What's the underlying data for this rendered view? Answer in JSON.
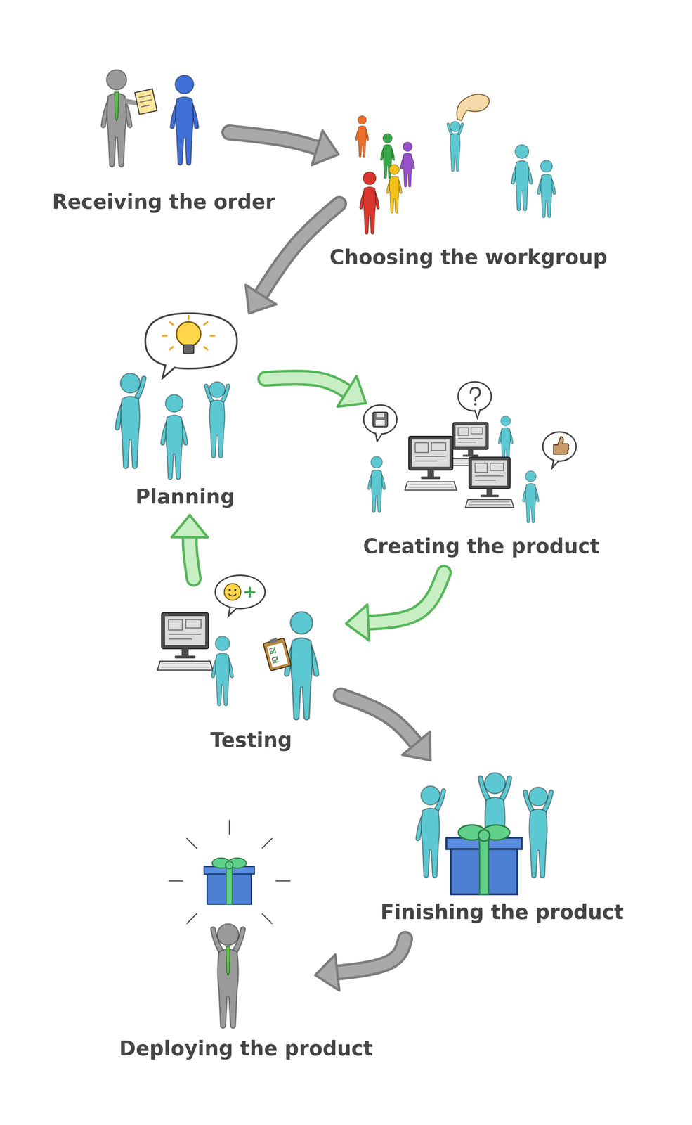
{
  "diagram": {
    "nodes": [
      {
        "text": [
          "Receiving the order"
        ]
      },
      {
        "text": [
          "Choosing the workgroup"
        ]
      },
      {
        "text": [
          "Planning"
        ]
      },
      {
        "text": [
          "Creating the product"
        ]
      },
      {
        "text": [
          "Testing"
        ]
      },
      {
        "text": [
          "Finishing the product"
        ]
      },
      {
        "text": [
          "Deploying the product"
        ]
      }
    ],
    "edges": [
      {
        "from": 0,
        "to": 1,
        "arrow": "to"
      },
      {
        "from": 1,
        "to": 2,
        "arrow": "to"
      },
      {
        "from": 2,
        "to": 3,
        "arrow": "to"
      },
      {
        "from": 3,
        "to": 4,
        "arrow": "to"
      },
      {
        "from": 4,
        "to": 2,
        "arrow": "to"
      },
      {
        "from": 4,
        "to": 5,
        "arrow": "to"
      },
      {
        "from": 5,
        "to": 6,
        "arrow": "to"
      }
    ]
  }
}
